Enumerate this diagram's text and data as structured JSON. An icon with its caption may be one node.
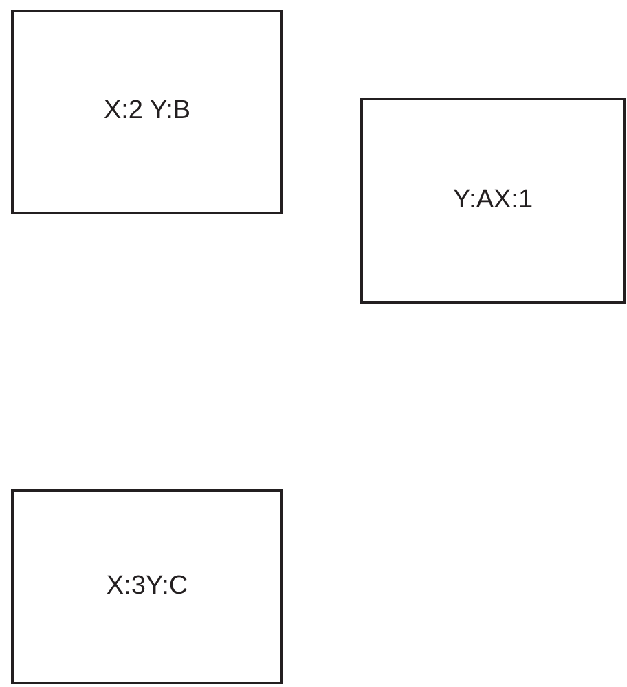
{
  "diagram": {
    "nodes": [
      {
        "text": [
          "X:2 Y:B"
        ]
      },
      {
        "text": [
          "Y:AX:1"
        ]
      },
      {
        "text": [
          "X:3Y:C"
        ]
      }
    ]
  }
}
